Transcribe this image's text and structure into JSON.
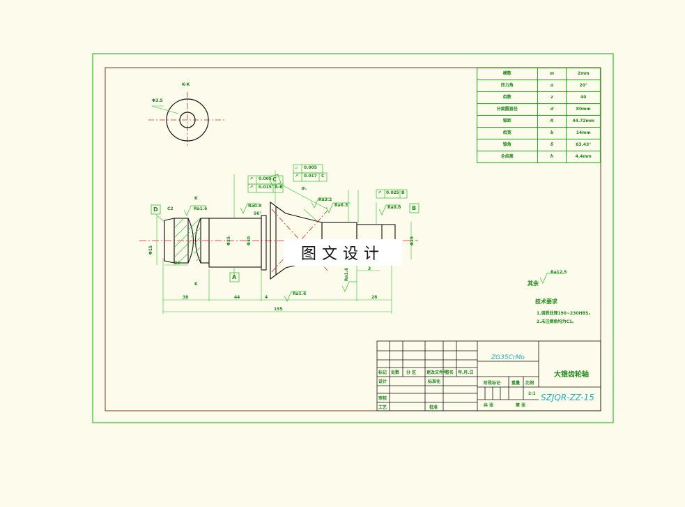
{
  "section_label": "K-K",
  "section_dim": "Φ3.5",
  "gear_params": [
    {
      "name": "模数",
      "symbol": "m",
      "value": "2mm"
    },
    {
      "name": "压力角",
      "symbol": "α",
      "value": "20°"
    },
    {
      "name": "齿数",
      "symbol": "z",
      "value": "40"
    },
    {
      "name": "分度圆直径",
      "symbol": "d",
      "value": "80mm"
    },
    {
      "name": "锥距",
      "symbol": "R",
      "value": "44.72mm"
    },
    {
      "name": "齿宽",
      "symbol": "b",
      "value": "14mm"
    },
    {
      "name": "锥角",
      "symbol": "δ",
      "value": "63.43°"
    },
    {
      "name": "全齿高",
      "symbol": "h",
      "value": "4.4mm"
    }
  ],
  "datums": {
    "d": "D",
    "a": "A",
    "b": "B",
    "c": "C",
    "k_top": "K",
    "k_bottom": "K"
  },
  "tolerance_frames": [
    {
      "sym": "↗",
      "val": "0.005"
    },
    {
      "sym": "↗",
      "val": "0.015",
      "ref": "A-B"
    },
    {
      "sym": "▱",
      "val": "0.005"
    },
    {
      "sym": "↗",
      "val": "0.017",
      "ref": "C"
    },
    {
      "sym": "↗",
      "val": "0.025",
      "ref": "B"
    }
  ],
  "roughness": [
    "Ra1.6",
    "Ra0.8",
    "Ra3.2",
    "Ra6.3",
    "Ra0.8",
    "Ra1.6",
    "Ra1.6"
  ],
  "chamfer": "C2",
  "dims": {
    "d1": "Φ15",
    "d2": "Φ25",
    "d3": "Φ30",
    "d4": "Φ25",
    "len1": "26",
    "len2": "38",
    "len3": "44",
    "len4": "4",
    "len5": "3",
    "len6": "28",
    "total": "155",
    "angle": "56°",
    "taper": "8°"
  },
  "watermark": "图文设计",
  "other_roughness": {
    "label": "其余",
    "value": "Ra12.5"
  },
  "tech_req": {
    "title": "技术要求",
    "items": [
      "1.调质处理190~230HBS。",
      "2.未注倒角均为C1。"
    ]
  },
  "title_block": {
    "material": "ZG35CrMo",
    "part_name": "大锥齿轮轴",
    "drawing_no": "SZJQR-ZZ-15",
    "h_mark": "标记",
    "h_count": "处数",
    "h_zone": "分 区",
    "h_doc": "更改文件号",
    "h_sign": "签名",
    "h_date": "年.月.日",
    "designer": "设计",
    "standardize": "标准化",
    "checker": "审核",
    "process": "工艺",
    "approve": "批准",
    "stage": "阶段标记",
    "weight": "重量",
    "scale": "比例",
    "scale_val": "2:1",
    "sheets": "共 张",
    "sheet_no": "第 张"
  }
}
